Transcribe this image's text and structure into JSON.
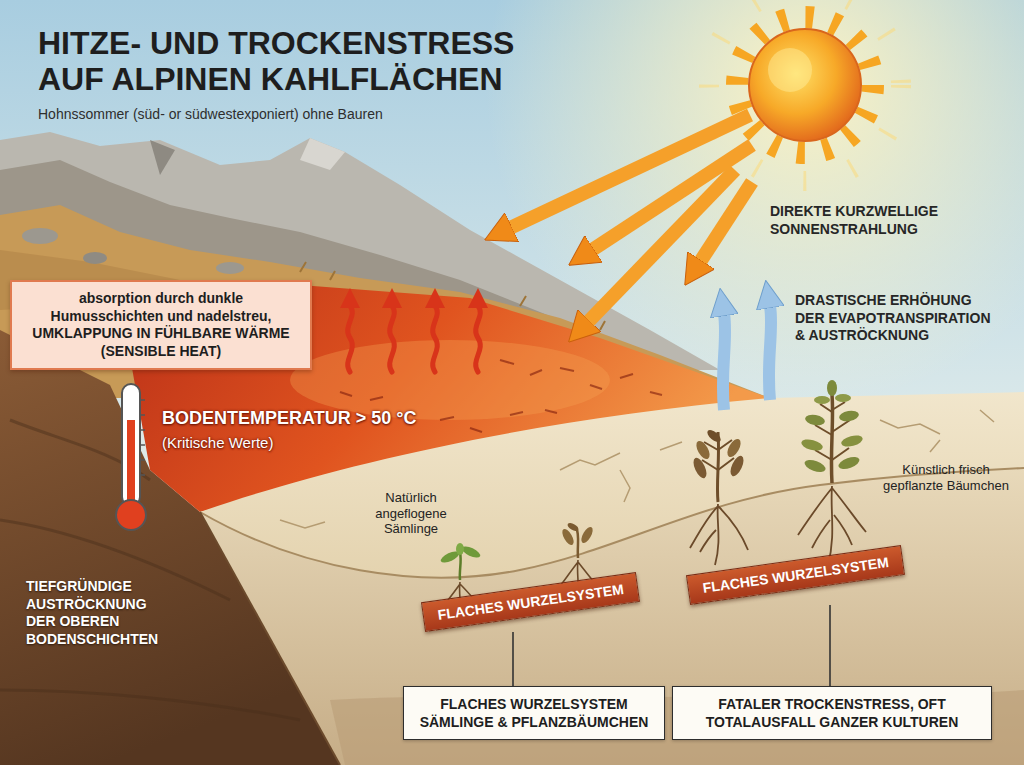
{
  "diagram": {
    "title": "HITZE- UND TROCKENSTRESS AUF ALPINEN KAHLFLÄCHEN",
    "nodes": [
      {
        "text": [
          "absorption durch dunkle Humusschichten und nadelstreu, UMKLAPPUNG IN FÜHLBARE WÄRME (SENSIBLE HEAT)"
        ]
      },
      {
        "text": [
          "FLACHES WURZELSYSTEM"
        ]
      },
      {
        "text": [
          "FLACHES WURZELSYSTEM"
        ]
      },
      {
        "text": [
          "FLACHES WURZELSYSTEM SÄMLINGE & PFLANZBÄUMCHEN"
        ]
      },
      {
        "text": [
          "FATALER TROCKENSTRESS, OFT TOTALAUSFALL GANZER KULTUREN"
        ]
      }
    ],
    "edges": [
      {
        "from": 1,
        "to": 3,
        "arrow": "none"
      },
      {
        "from": 2,
        "to": 4,
        "arrow": "none"
      }
    ],
    "labels": [
      "Hohnssommer (süd- or südwestexponiert) ohne Bauren",
      "DIREKTE KURZWELLIGE SONNENSTRAHLUNG",
      "DRASTISCHE ERHÖHUNG DER EVAPOTRANSPIRATION & AUSTRÖCKNUNG",
      "BODENTEMPERATUR > 50 °C",
      "(Kritische Werte)",
      "Natürlich angeflogene Sämlinge",
      "Künstlich frisch gepflanzte Bäumchen",
      "TIEFGRÜNDIGE AUSTRÖCKNUNG DER OBEREN BODENSCHICHTEN"
    ]
  }
}
